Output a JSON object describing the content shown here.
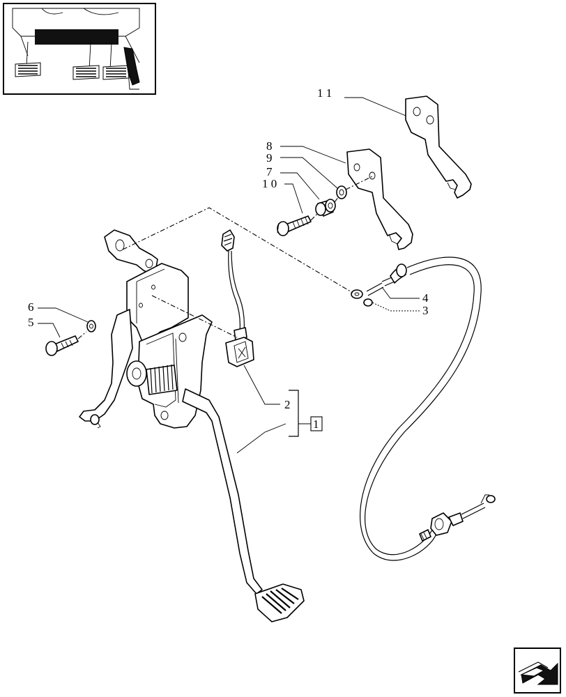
{
  "callouts": {
    "c1": "1",
    "c2": "2",
    "c3": "3",
    "c4": "4",
    "c5": "5",
    "c6": "6",
    "c7": "7",
    "c8": "8",
    "c9": "9",
    "c10": "1 0",
    "c11": "1 1"
  },
  "icons": {
    "thumbnail": "tractor-pedal-location-thumbnail",
    "nav": "next-page-arrow-icon"
  }
}
